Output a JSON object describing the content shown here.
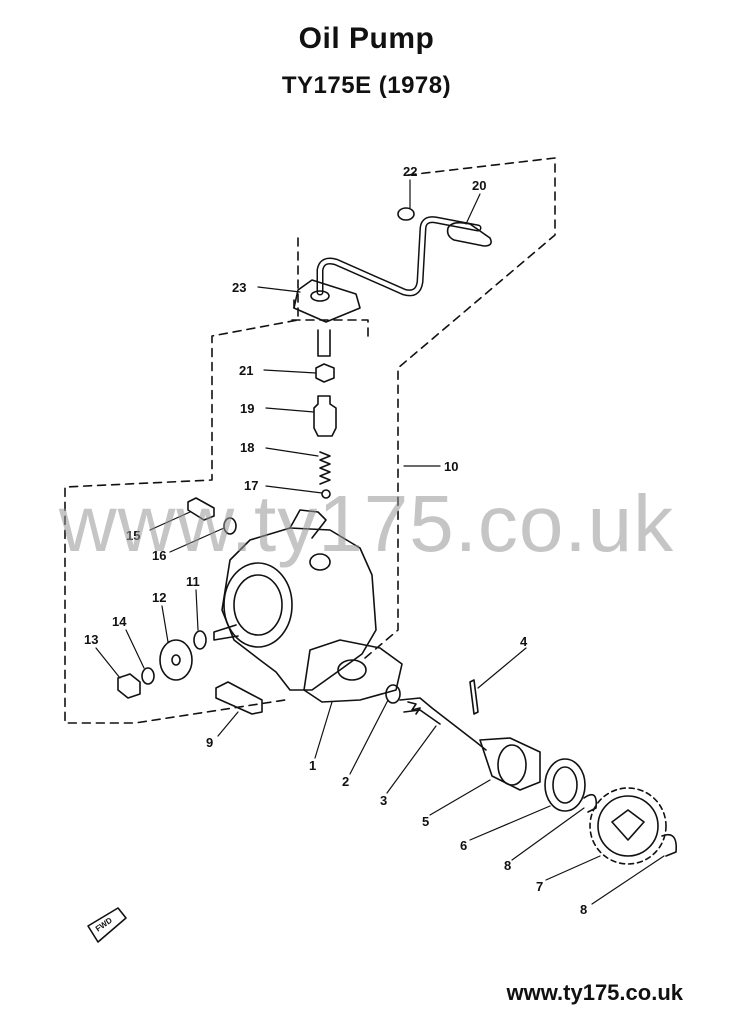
{
  "header": {
    "title": "Oil Pump",
    "subtitle": "TY175E (1978)"
  },
  "watermark": "www.ty175.co.uk",
  "footer": "www.ty175.co.uk",
  "fwd_label": "FWD",
  "parts": {
    "p1": "1",
    "p2": "2",
    "p3": "3",
    "p4": "4",
    "p5": "5",
    "p6": "6",
    "p7": "7",
    "p8a": "8",
    "p8b": "8",
    "p9": "9",
    "p10": "10",
    "p11": "11",
    "p12": "12",
    "p13": "13",
    "p14": "14",
    "p15": "15",
    "p16": "16",
    "p17": "17",
    "p18": "18",
    "p19": "19",
    "p20": "20",
    "p21": "21",
    "p22": "22",
    "p23": "23"
  }
}
